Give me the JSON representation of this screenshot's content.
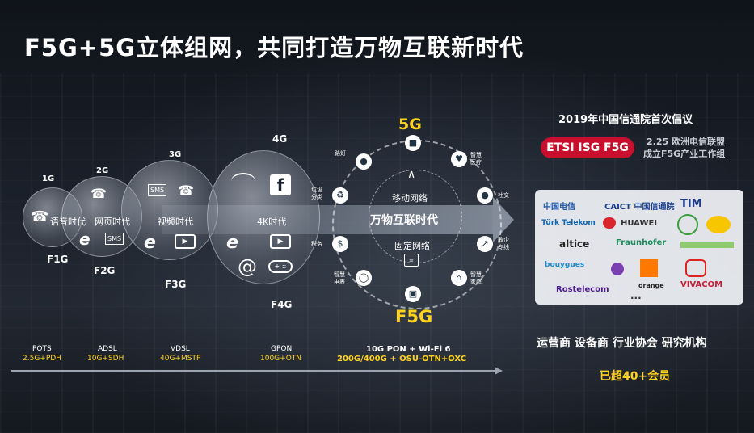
{
  "title": "F5G+5G立体组网，共同打造万物互联新时代",
  "generations": [
    {
      "top": "1G",
      "mid": "语音时代",
      "bottom": "F1G"
    },
    {
      "top": "2G",
      "mid": "网页时代",
      "bottom": "F2G"
    },
    {
      "top": "3G",
      "mid": "视频时代",
      "bottom": "F3G"
    },
    {
      "top": "4G",
      "mid": "4K时代",
      "bottom": "F4G"
    }
  ],
  "hub": {
    "top_label": "5G",
    "bottom_label": "F5G",
    "mobile": "移动网络",
    "era": "万物互联时代",
    "fixed": "固定网络",
    "nodes": {
      "streetlight": "路灯",
      "medical": "智慧\n医疗",
      "garbage": "垃圾\n分类",
      "social": "社交",
      "tax": "税务",
      "gov": "政企\n专线",
      "meter": "智慧\n电表",
      "home": "智慧\n家庭"
    }
  },
  "timeline": [
    {
      "name": "POTS",
      "sub": "2.5G+PDH"
    },
    {
      "name": "ADSL",
      "sub": "10G+SDH"
    },
    {
      "name": "VDSL",
      "sub": "40G+MSTP"
    },
    {
      "name": "GPON",
      "sub": "100G+OTN"
    },
    {
      "name": "10G PON + Wi-Fi 6",
      "sub": "200G/400G + OSU-OTN+OXC"
    }
  ],
  "right": {
    "heading": "2019年中国信通院首次倡议",
    "badge": "ETSI ISG F5G",
    "note_line1": "2.25 欧洲电信联盟",
    "note_line2": "成立F5G产业工作组",
    "logos": {
      "china_telecom": "中国电信",
      "caict": "CAICT 中国信通院",
      "tim": "TIM",
      "turk": "Türk Telekom",
      "huawei": "HUAWEI",
      "altice": "altice",
      "fraunhofer": "Fraunhofer",
      "bouygues": "bouygues",
      "rostelecom": "Rostelecom",
      "orange": "orange",
      "vivacom": "VIVACOM",
      "more": "..."
    },
    "categories": "运营商  设备商  行业协会  研究机构",
    "members": "已超40+会员"
  },
  "colors": {
    "accent_yellow": "#ffd21e",
    "badge_red": "#c8102e",
    "timeline_yellow": "#ffd21e"
  }
}
